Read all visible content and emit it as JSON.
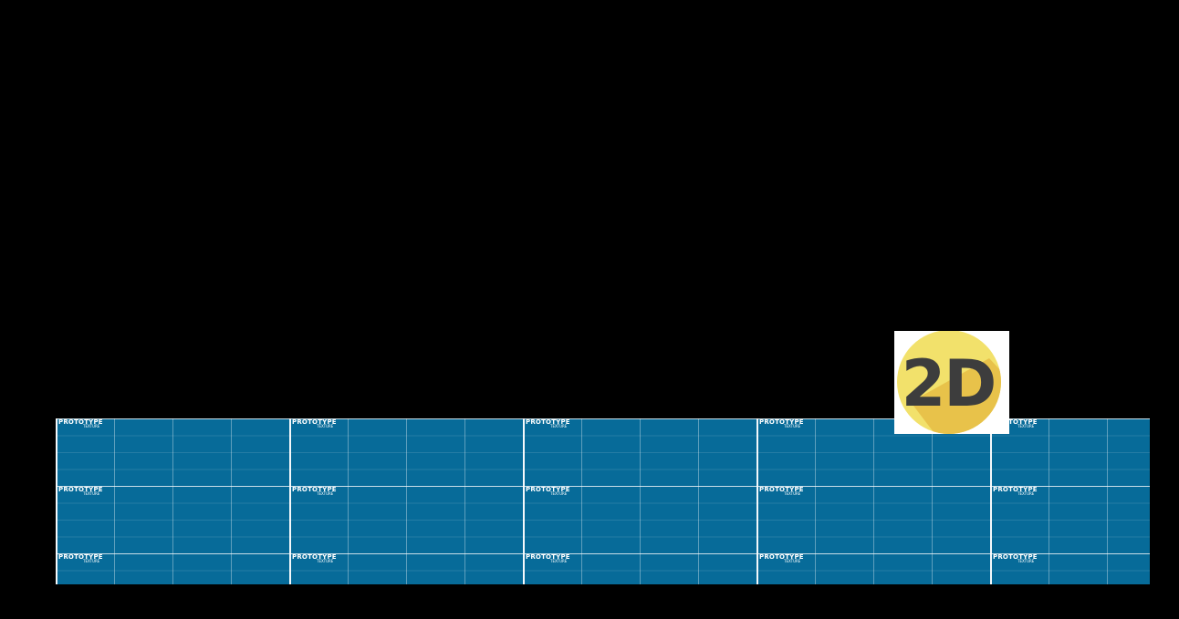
{
  "scene": {
    "background_color": "#000000",
    "floor": {
      "color": "#076b99",
      "grid_line_color": "#ffffff",
      "tile_text_line1": "PROTOTYPE",
      "tile_text_line2": "TEXTURE",
      "tile_columns": 5,
      "tile_rows": 3
    },
    "badge": {
      "icon": "2d-mode-icon",
      "label": "2D",
      "circle_color": "#f2e16b",
      "shadow_color": "#e8c24a",
      "text_color": "#3d3d3d"
    }
  }
}
